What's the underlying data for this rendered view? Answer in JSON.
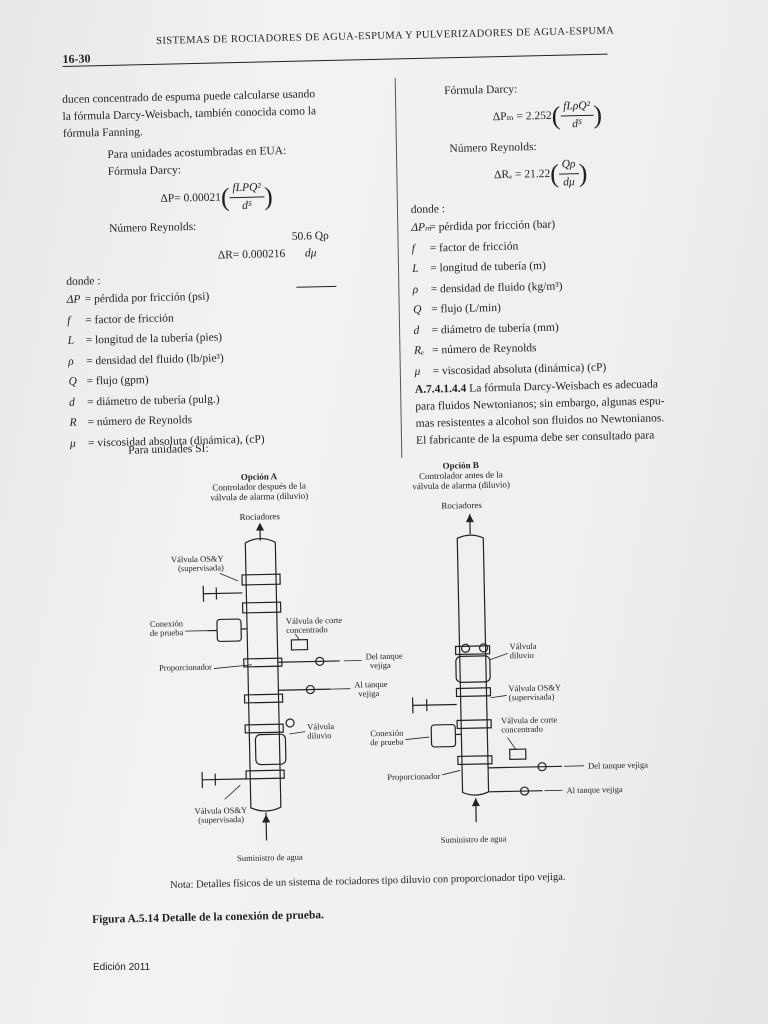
{
  "header": {
    "page_number": "16-30",
    "title": "SISTEMAS DE ROCIADORES DE AGUA-ESPUMA Y PULVERIZADORES DE AGUA-ESPUMA"
  },
  "left": {
    "intro1": "ducen concentrado de espuma puede calcularse usando",
    "intro2": "la fórmula Darcy-Weisbach, también conocida como la",
    "intro3": "fórmula Fanning.",
    "units_us": "Para unidades acostumbradas en EUA:",
    "darcy_label": "Fórmula Darcy:",
    "darcy_lhs": "ΔP= 0.00021",
    "darcy_num": "fLPQ²",
    "darcy_den": "d⁵",
    "reynolds_label": "Número Reynolds:",
    "reynolds_lhs": "ΔR= 0.000216",
    "reynolds_num": "50.6 Qρ",
    "reynolds_den": "dμ",
    "donde": "donde :",
    "defs": [
      {
        "sym": "ΔP",
        "text": "= pérdida por fricción (psi)"
      },
      {
        "sym": "f",
        "text": "= factor de fricción"
      },
      {
        "sym": "L",
        "text": "= longitud de la tubería (pies)"
      },
      {
        "sym": "ρ",
        "text": "= densidad del fluido (lb/pie³)"
      },
      {
        "sym": "Q",
        "text": "= flujo (gpm)"
      },
      {
        "sym": "d",
        "text": "= diámetro de tubería (pulg.)"
      },
      {
        "sym": "R",
        "text": "= número de Reynolds"
      },
      {
        "sym": "μ",
        "text": "= viscosidad absoluta (dinámica), (cP)"
      }
    ],
    "units_si": "Para unidades SI:"
  },
  "right": {
    "darcy_label": "Fórmula Darcy:",
    "darcy_lhs": "ΔPₘ = 2.252",
    "darcy_num": "fLρQ²",
    "darcy_den": "d⁵",
    "reynolds_label": "Número Reynolds:",
    "reynolds_lhs": "ΔRₑ = 21.22",
    "reynolds_num": "Qρ",
    "reynolds_den": "dμ",
    "donde": "donde :",
    "defs": [
      {
        "sym": "ΔPₘ",
        "text": "= pérdida por fricción (bar)"
      },
      {
        "sym": "f",
        "text": "= factor de fricción"
      },
      {
        "sym": "L",
        "text": "= longitud de tubería (m)"
      },
      {
        "sym": "ρ",
        "text": "= densidad de fluido (kg/m³)"
      },
      {
        "sym": "Q",
        "text": "= flujo (L/min)"
      },
      {
        "sym": "d",
        "text": "= diámetro de tubería (mm)"
      },
      {
        "sym": "Rₑ",
        "text": "= número de Reynolds"
      },
      {
        "sym": "μ",
        "text": "= viscosidad absoluta (dinámica) (cP)"
      }
    ],
    "para_id": "A.7.4.1.4.4",
    "para1": "La fórmula Darcy-Weisbach es adecuada",
    "para2": "para fluidos Newtonianos; sin embargo, algunas espu-",
    "para3": "mas resistentes a alcohol son fluidos no Newtonianos.",
    "para4": "El fabricante de la espuma debe ser consultado para"
  },
  "figure": {
    "optA_title": "Opción A",
    "optA_sub1": "Controlador después de la",
    "optA_sub2": "válvula de alarma (diluvio)",
    "optB_title": "Opción B",
    "optB_sub1": "Controlador antes de la",
    "optB_sub2": "válvula de alarma (diluvio)",
    "A_rociadores": "Rociadores",
    "A_osy_top1": "Válvula OS&Y",
    "A_osy_top2": "(supervisada)",
    "A_conexion1": "Conexión",
    "A_conexion2": "de prueba",
    "A_corte1": "Válvula de corte",
    "A_corte2": "concentrado",
    "A_proporcionador": "Proporcionador",
    "A_del_tanque1": "Del tanque",
    "A_del_tanque2": "vejiga",
    "A_al_tanque1": "Al tanque",
    "A_al_tanque2": "vejiga",
    "A_diluvio1": "Válvula",
    "A_diluvio2": "diluvio",
    "A_osy_bot1": "Válvula OS&Y",
    "A_osy_bot2": "(supervisada)",
    "A_suministro": "Suministro de agua",
    "B_rociadores": "Rociadores",
    "B_diluvio1": "Válvula",
    "B_diluvio2": "diluvio",
    "B_osy1": "Válvula OS&Y",
    "B_osy2": "(supervisada)",
    "B_corte1": "Válvula de corte",
    "B_corte2": "concentrado",
    "B_conexion1": "Conexión",
    "B_conexion2": "de prueba",
    "B_proporcionador": "Proporcionador",
    "B_del_tanque": "Del tanque vejiga",
    "B_al_tanque": "Al tanque vejiga",
    "B_suministro": "Suministro de agua",
    "note": "Nota: Detalles físicos de un sistema de rociadores tipo diluvio con proporcionador tipo vejiga.",
    "title": "Figura A.5.14 Detalle de la conexión de prueba."
  },
  "footer": {
    "edition": "Edición 2011"
  }
}
